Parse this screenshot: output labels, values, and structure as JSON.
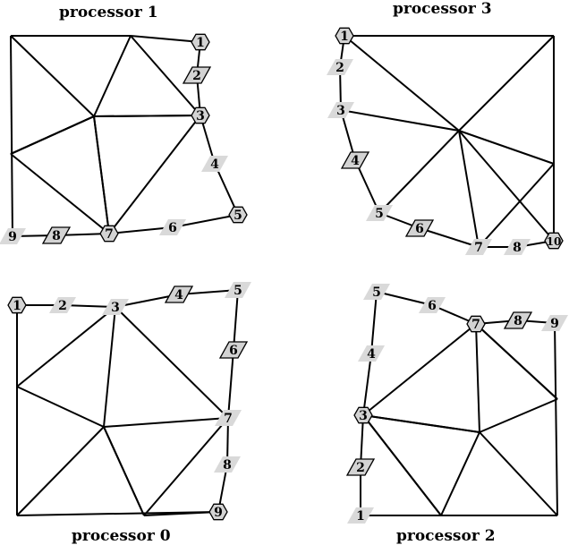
{
  "panels": [
    {
      "title": "processor 1",
      "nodes": [
        {
          "label": "1",
          "marker": "hexagon"
        },
        {
          "label": "2",
          "marker": "parallelogram"
        },
        {
          "label": "3",
          "marker": "hexagon"
        },
        {
          "label": "4",
          "marker": "plain"
        },
        {
          "label": "5",
          "marker": "hexagon"
        },
        {
          "label": "6",
          "marker": "plain"
        },
        {
          "label": "7",
          "marker": "hexagon"
        },
        {
          "label": "8",
          "marker": "parallelogram"
        },
        {
          "label": "9",
          "marker": "plain"
        }
      ]
    },
    {
      "title": "processor 3",
      "nodes": [
        {
          "label": "1",
          "marker": "hexagon"
        },
        {
          "label": "2",
          "marker": "plain"
        },
        {
          "label": "3",
          "marker": "plain"
        },
        {
          "label": "4",
          "marker": "parallelogram"
        },
        {
          "label": "5",
          "marker": "plain"
        },
        {
          "label": "6",
          "marker": "parallelogram"
        },
        {
          "label": "7",
          "marker": "plain"
        },
        {
          "label": "8",
          "marker": "plain"
        },
        {
          "label": "10",
          "marker": "hexagon"
        }
      ]
    },
    {
      "title": "processor 0",
      "nodes": [
        {
          "label": "1",
          "marker": "hexagon"
        },
        {
          "label": "2",
          "marker": "plain"
        },
        {
          "label": "3",
          "marker": "plain"
        },
        {
          "label": "4",
          "marker": "parallelogram"
        },
        {
          "label": "5",
          "marker": "plain"
        },
        {
          "label": "6",
          "marker": "parallelogram"
        },
        {
          "label": "7",
          "marker": "plain"
        },
        {
          "label": "8",
          "marker": "plain"
        },
        {
          "label": "9",
          "marker": "hexagon"
        }
      ]
    },
    {
      "title": "processor 2",
      "nodes": [
        {
          "label": "1",
          "marker": "plain"
        },
        {
          "label": "2",
          "marker": "parallelogram"
        },
        {
          "label": "3",
          "marker": "hexagon"
        },
        {
          "label": "4",
          "marker": "plain"
        },
        {
          "label": "5",
          "marker": "plain"
        },
        {
          "label": "6",
          "marker": "plain"
        },
        {
          "label": "7",
          "marker": "hexagon"
        },
        {
          "label": "8",
          "marker": "parallelogram"
        },
        {
          "label": "9",
          "marker": "plain"
        }
      ]
    }
  ]
}
